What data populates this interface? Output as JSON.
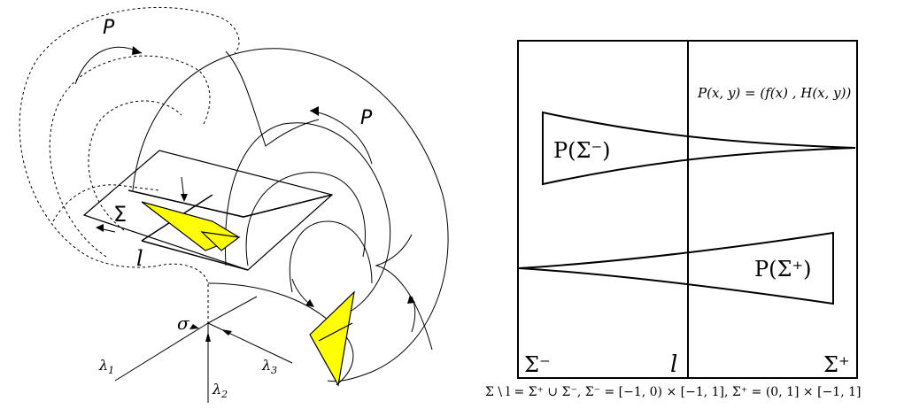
{
  "left_figure": {
    "labels": {
      "P_top": "P",
      "P_right": "P",
      "sigma_cap": "Σ",
      "l": "l",
      "sigma": "σ",
      "lambda1": "λ",
      "lambda1_sub": "1",
      "lambda2": "λ",
      "lambda2_sub": "2",
      "lambda3": "λ",
      "lambda3_sub": "3"
    },
    "colors": {
      "highlight": "#ffff00",
      "stroke": "#000000"
    }
  },
  "right_figure": {
    "map_formula": "P(x, y) = (f(x) , H(x, y))",
    "P_sigma_minus": "P(Σ⁻)",
    "P_sigma_plus": "P(Σ⁺)",
    "sigma_minus": "Σ⁻",
    "sigma_plus": "Σ⁺",
    "l": "l",
    "caption": "Σ \\ l = Σ⁺ ∪ Σ⁻,   Σ⁻ = [−1, 0) × [−1, 1],   Σ⁺ = (0, 1] × [−1, 1]"
  }
}
